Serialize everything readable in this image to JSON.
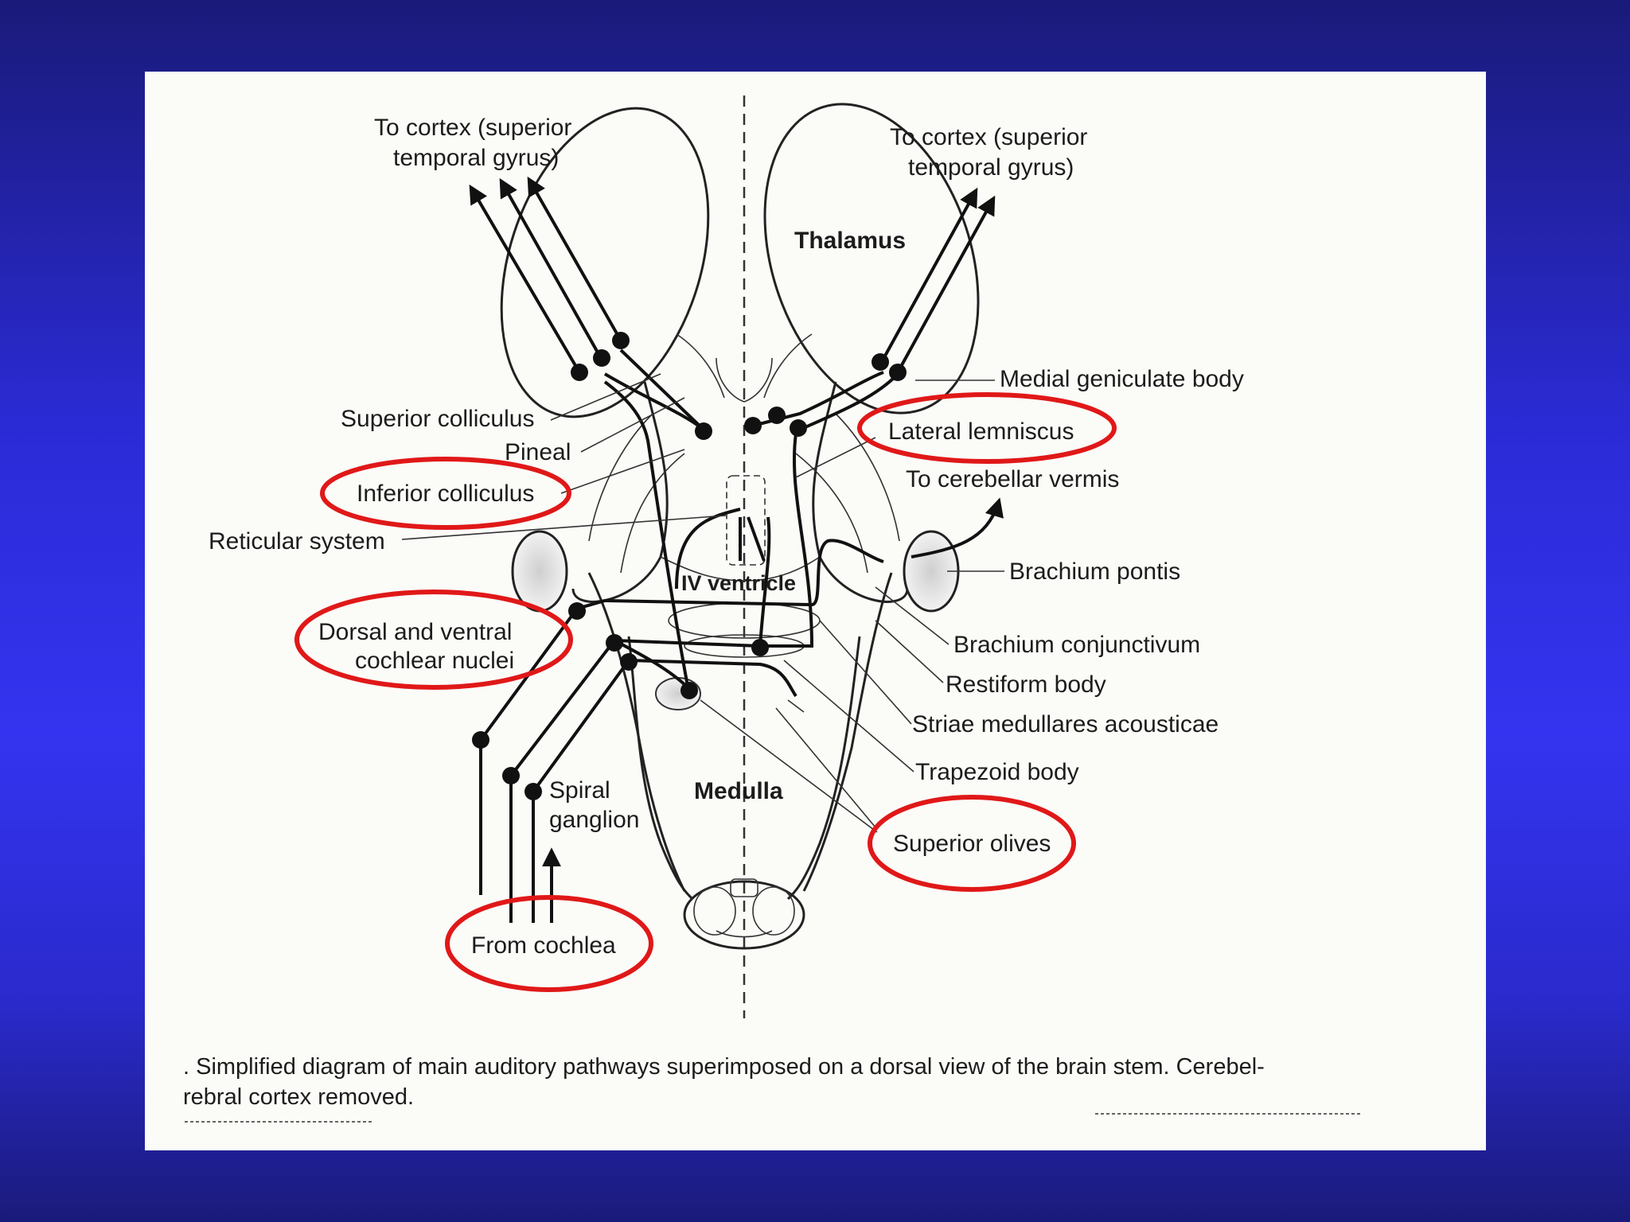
{
  "labels": {
    "cortex_left": [
      "To cortex (superior",
      "temporal gyrus)"
    ],
    "cortex_right": [
      "To cortex (superior",
      "temporal gyrus)"
    ],
    "thalamus": "Thalamus",
    "medial_geniculate": "Medial geniculate body",
    "superior_colliculus": "Superior colliculus",
    "pineal": "Pineal",
    "lateral_lemniscus": "Lateral lemniscus",
    "inferior_colliculus": "Inferior colliculus",
    "to_cerebellar_vermis": "To cerebellar vermis",
    "reticular_system": "Reticular system",
    "iv_ventricle": "IV ventricle",
    "brachium_pontis": "Brachium pontis",
    "cochlear_nuclei": [
      "Dorsal and ventral",
      "cochlear nuclei"
    ],
    "brachium_conjunctivum": "Brachium conjunctivum",
    "restiform_body": "Restiform body",
    "striae_medullares": "Striae medullares acousticae",
    "trapezoid_body": "Trapezoid body",
    "spiral_ganglion": [
      "Spiral",
      "ganglion"
    ],
    "medulla": "Medulla",
    "superior_olives": "Superior olives",
    "from_cochlea": "From cochlea"
  },
  "caption": {
    "line1": ". Simplified diagram of main auditory pathways superimposed on a dorsal view of the brain stem. Cerebel-",
    "line2": "rebral cortex removed."
  },
  "colors": {
    "background": "#2b2bd6",
    "highlight": "#e01818",
    "ink": "#1c1c1c"
  }
}
